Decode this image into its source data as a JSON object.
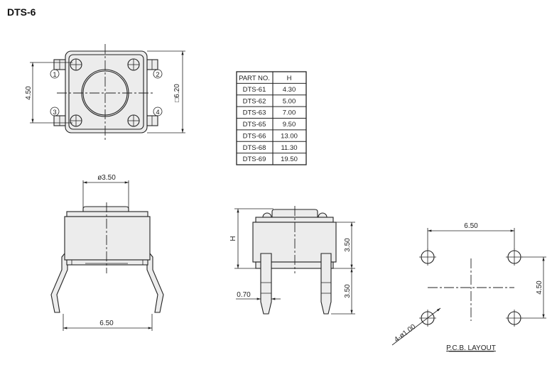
{
  "title": "DTS-6",
  "top_view": {
    "pins": [
      "1",
      "2",
      "3",
      "4"
    ],
    "dim_pin_spacing": "4.50",
    "dim_body": "□6.20"
  },
  "table": {
    "headers": [
      "PART NO.",
      "H"
    ],
    "rows": [
      [
        "DTS-61",
        "4.30"
      ],
      [
        "DTS-62",
        "5.00"
      ],
      [
        "DTS-63",
        "7.00"
      ],
      [
        "DTS-65",
        "9.50"
      ],
      [
        "DTS-66",
        "13.00"
      ],
      [
        "DTS-68",
        "11.30"
      ],
      [
        "DTS-69",
        "19.50"
      ]
    ]
  },
  "front_view": {
    "dim_button": "ø3.50",
    "dim_leg_span": "6.50"
  },
  "side_view": {
    "dim_height": "H",
    "dim_body_height": "3.50",
    "dim_leg_length": "3.50",
    "dim_leg_width": "0.70"
  },
  "pcb_layout": {
    "dim_x": "6.50",
    "dim_y": "4.50",
    "hole_note": "4-ø1.00",
    "label": "P.C.B.  LAYOUT"
  }
}
